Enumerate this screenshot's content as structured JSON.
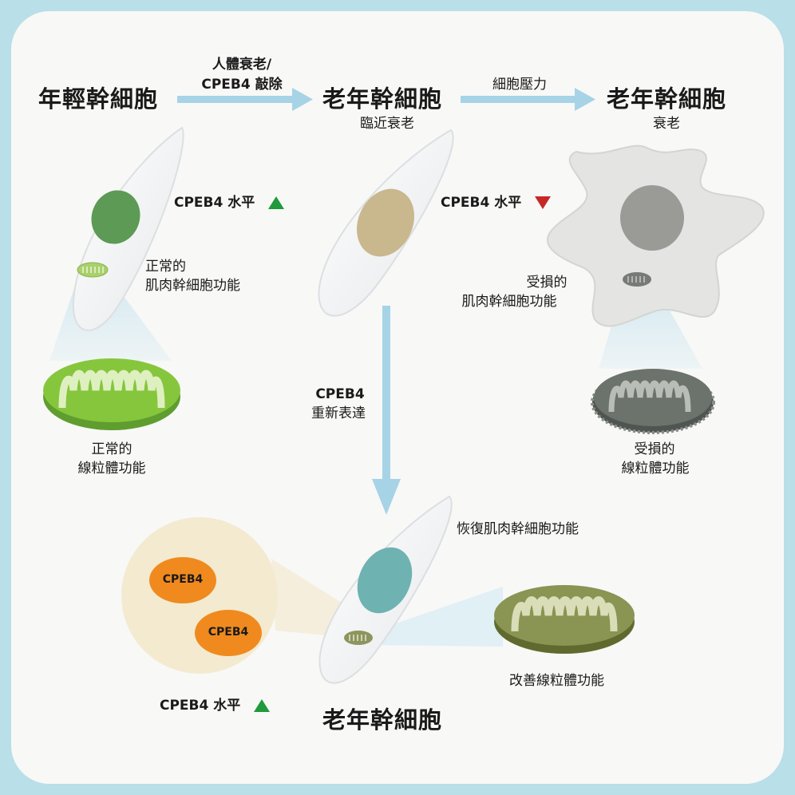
{
  "colors": {
    "frame": "#b9dfe8",
    "panel": "#f8f8f7",
    "arrow": "#a7d3e6",
    "up_triangle": "#1f9a3c",
    "down_triangle": "#c62828",
    "young_nucleus": "#5c9a55",
    "presenescent_nucleus": "#c9b78e",
    "senescent_nucleus": "#9a9a97",
    "restored_nucleus": "#6fb2b2",
    "cpeb4_protein": "#f08a1e"
  },
  "top_row": {
    "young_cell_title": "年輕幹細胞",
    "arrow1_label_line1": "人體衰老/",
    "arrow1_label_line2": "CPEB4 敲除",
    "old_cell_title": "老年幹細胞",
    "old_cell_subtitle": "臨近衰老",
    "arrow2_label": "細胞壓力",
    "senescent_cell_title": "老年幹細胞",
    "senescent_cell_subtitle": "衰老"
  },
  "young_cell": {
    "cpeb4_level": "CPEB4 水平",
    "function_line1": "正常的",
    "function_line2": "肌肉幹細胞功能",
    "mito_line1": "正常的",
    "mito_line2": "線粒體功能"
  },
  "old_cell": {
    "cpeb4_level": "CPEB4 水平",
    "down_arrow_line1": "CPEB4",
    "down_arrow_line2": "重新表達"
  },
  "senescent_cell": {
    "function_line1": "受損的",
    "function_line2": "肌肉幹細胞功能",
    "mito_line1": "受損的",
    "mito_line2": "線粒體功能"
  },
  "bottom": {
    "protein1": "CPEB4",
    "protein2": "CPEB4",
    "cpeb4_level": "CPEB4 水平",
    "restored_title": "老年幹細胞",
    "restored_function": "恢復肌肉幹細胞功能",
    "mito_improved": "改善線粒體功能"
  },
  "icons": [
    "up-triangle-icon",
    "down-triangle-icon",
    "mitochondrion-icon",
    "stem-cell-icon",
    "senescent-cell-icon"
  ]
}
